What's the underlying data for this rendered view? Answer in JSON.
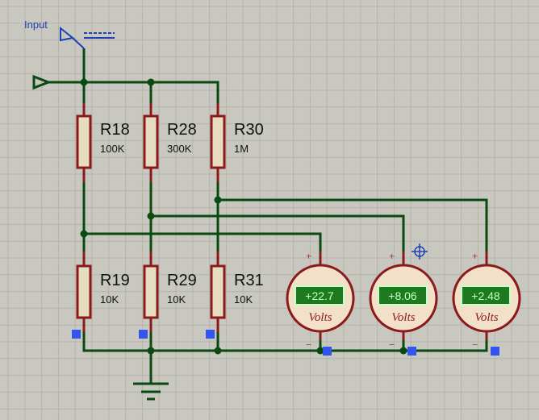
{
  "input_label": "Input",
  "resistors": [
    {
      "ref": "R18",
      "value": "100K"
    },
    {
      "ref": "R28",
      "value": "300K"
    },
    {
      "ref": "R30",
      "value": "1M"
    },
    {
      "ref": "R19",
      "value": "10K"
    },
    {
      "ref": "R29",
      "value": "10K"
    },
    {
      "ref": "R31",
      "value": "10K"
    }
  ],
  "voltmeters": [
    {
      "reading": "+22.7",
      "unit": "Volts"
    },
    {
      "reading": "+8.06",
      "unit": "Volts"
    },
    {
      "reading": "+2.48",
      "unit": "Volts"
    }
  ],
  "terminal_plus": "+",
  "terminal_minus": "−",
  "colors": {
    "background": "#c8c8c0",
    "grid": "#b4b4ab",
    "wire": "#0a4a12",
    "component": "#8b1a1a",
    "resistor_fill": "#e6dcc0",
    "meter_fill": "#f2e0c8",
    "display": "#1e7a1e",
    "pin": "#3355ee",
    "input_marker": "#1f3fb5"
  }
}
